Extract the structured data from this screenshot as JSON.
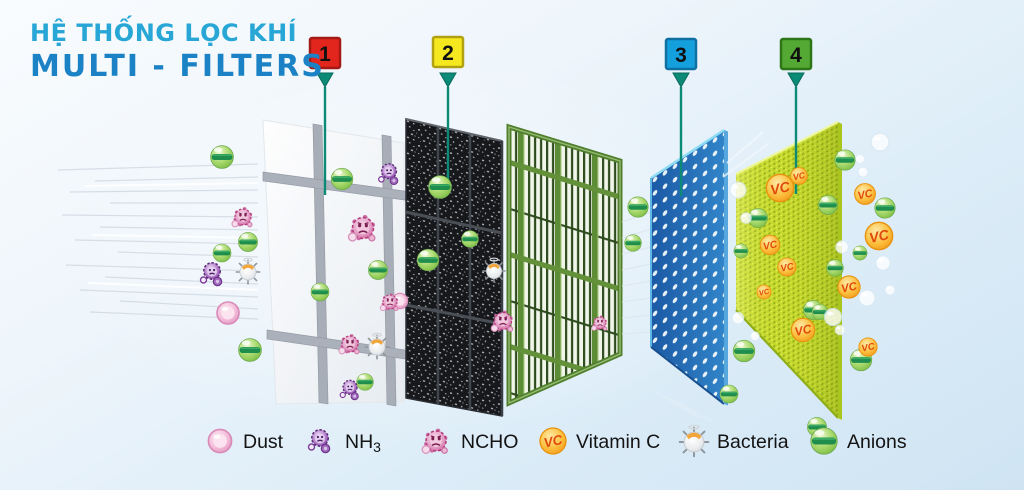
{
  "title": {
    "line1": "HỆ THỐNG LỌC KHÍ",
    "line2": "MULTI - FILTERS"
  },
  "markers": [
    {
      "number": "1",
      "fill": "#e3261d",
      "border": "#a21a13"
    },
    {
      "number": "2",
      "fill": "#f6e81f",
      "border": "#b0a013"
    },
    {
      "number": "3",
      "fill": "#14a0dc",
      "border": "#0e6fa3"
    },
    {
      "number": "4",
      "fill": "#54a934",
      "border": "#2e7518"
    }
  ],
  "vc_badge_label": "VC",
  "legend": [
    {
      "label": "Dust"
    },
    {
      "label_main": "NH",
      "label_sub": "3"
    },
    {
      "label": "NCHO"
    },
    {
      "label": "Vitamin C"
    },
    {
      "label": "Bacteria"
    },
    {
      "label": "Anions"
    }
  ],
  "colors": {
    "accent_teal": "#0b8a76",
    "title_top": "#28a7d7",
    "title_bottom": "#1b82c5",
    "anion_green": "#1f8e4d",
    "vc_orange": "#f59d1f",
    "background_top": "#f9fcfe",
    "background_bottom": "#cfe4f3"
  }
}
